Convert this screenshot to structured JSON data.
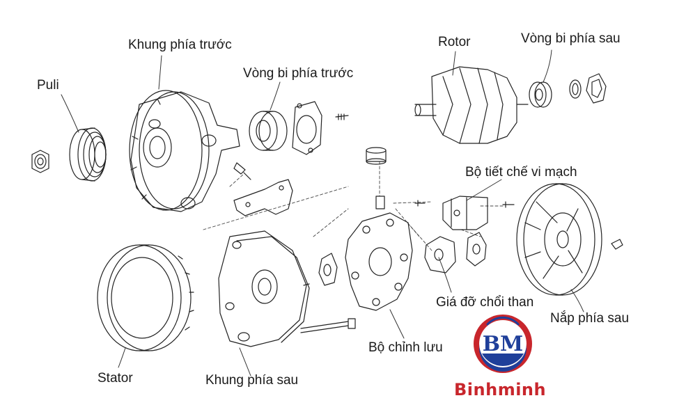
{
  "labels": {
    "puli": "Puli",
    "khung_phia_truoc": "Khung phía trước",
    "vong_bi_phia_truoc": "Vòng bi phía trước",
    "rotor": "Rotor",
    "vong_bi_phia_sau": "Vòng bi phía sau",
    "bo_tiet_che": "Bộ tiết chế vi mạch",
    "gia_do_choi_than": "Giá đỡ chổi than",
    "nap_phia_sau": "Nắp phía sau",
    "bo_chinh_luu": "Bộ chỉnh lưu",
    "stator": "Stator",
    "khung_phia_sau": "Khung phía sau"
  },
  "logo": {
    "badge_text": "BM",
    "brand_name": "Binhminh",
    "colors": {
      "red": "#c8262c",
      "blue": "#1f3f9a",
      "white": "#ffffff"
    }
  }
}
